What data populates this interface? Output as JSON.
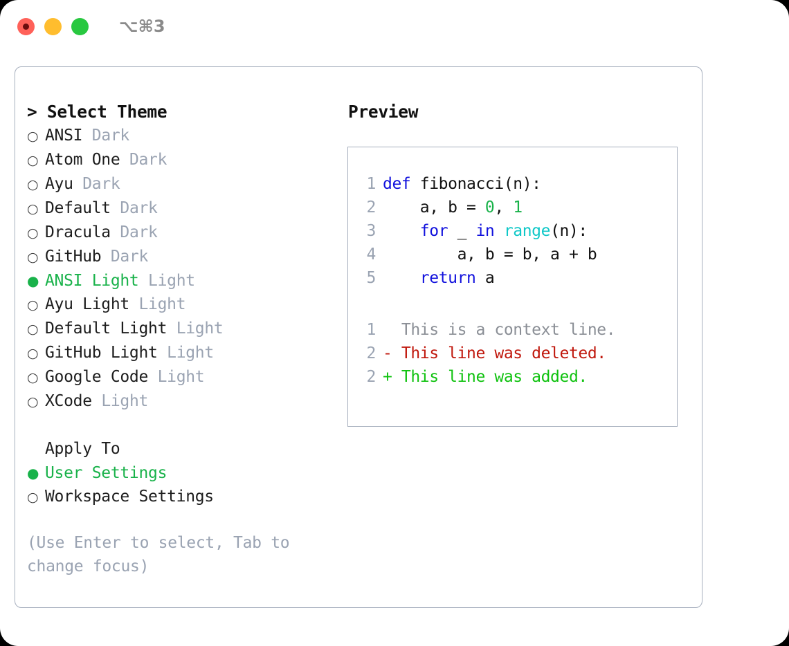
{
  "titlebar": {
    "shortcut": "⌥⌘3",
    "lights": [
      "close-red",
      "minimize-yellow",
      "zoom-green"
    ]
  },
  "theme_panel": {
    "header": "> Select Theme",
    "themes": [
      {
        "bullet": "○",
        "name": "ANSI",
        "category": "Dark",
        "selected": false
      },
      {
        "bullet": "○",
        "name": "Atom One",
        "category": "Dark",
        "selected": false
      },
      {
        "bullet": "○",
        "name": "Ayu",
        "category": "Dark",
        "selected": false
      },
      {
        "bullet": "○",
        "name": "Default",
        "category": "Dark",
        "selected": false
      },
      {
        "bullet": "○",
        "name": "Dracula",
        "category": "Dark",
        "selected": false
      },
      {
        "bullet": "○",
        "name": "GitHub",
        "category": "Dark",
        "selected": false
      },
      {
        "bullet": "●",
        "name": "ANSI Light",
        "category": "Light",
        "selected": true
      },
      {
        "bullet": "○",
        "name": "Ayu Light",
        "category": "Light",
        "selected": false
      },
      {
        "bullet": "○",
        "name": "Default Light",
        "category": "Light",
        "selected": false
      },
      {
        "bullet": "○",
        "name": "GitHub Light",
        "category": "Light",
        "selected": false
      },
      {
        "bullet": "○",
        "name": "Google Code",
        "category": "Light",
        "selected": false
      },
      {
        "bullet": "○",
        "name": "XCode",
        "category": "Light",
        "selected": false
      }
    ],
    "apply_to": {
      "header": "Apply To",
      "options": [
        {
          "bullet": "●",
          "name": "User Settings",
          "selected": true
        },
        {
          "bullet": "○",
          "name": "Workspace Settings",
          "selected": false
        }
      ]
    },
    "hint": "(Use Enter to select, Tab to change focus)"
  },
  "preview": {
    "title": "Preview",
    "code_lines": [
      {
        "no": "1",
        "tokens": [
          {
            "t": "def",
            "k": "kw"
          },
          {
            "t": " fibonacci(n):",
            "k": "plain"
          }
        ]
      },
      {
        "no": "2",
        "tokens": [
          {
            "t": "    a, b = ",
            "k": "plain"
          },
          {
            "t": "0",
            "k": "num"
          },
          {
            "t": ", ",
            "k": "plain"
          },
          {
            "t": "1",
            "k": "num"
          }
        ]
      },
      {
        "no": "3",
        "tokens": [
          {
            "t": "    ",
            "k": "plain"
          },
          {
            "t": "for",
            "k": "kw"
          },
          {
            "t": " _ ",
            "k": "plain"
          },
          {
            "t": "in",
            "k": "kw"
          },
          {
            "t": " ",
            "k": "plain"
          },
          {
            "t": "range",
            "k": "fn"
          },
          {
            "t": "(n):",
            "k": "plain"
          }
        ]
      },
      {
        "no": "4",
        "tokens": [
          {
            "t": "        a, b = b, a + b",
            "k": "plain"
          }
        ]
      },
      {
        "no": "5",
        "tokens": [
          {
            "t": "    ",
            "k": "plain"
          },
          {
            "t": "return",
            "k": "kw"
          },
          {
            "t": " a",
            "k": "plain"
          }
        ]
      }
    ],
    "diff_lines": [
      {
        "no": "1",
        "marker": " ",
        "text": " This is a context line.",
        "kind": "context"
      },
      {
        "no": "2",
        "marker": "-",
        "text": " This line was deleted.",
        "kind": "deleted"
      },
      {
        "no": "2",
        "marker": "+",
        "text": " This line was added.",
        "kind": "added"
      }
    ]
  },
  "colors": {
    "accent_green": "#19b24a",
    "muted_gray": "#9aa3b2",
    "keyword_blue": "#1111dd",
    "number_green": "#19b24a",
    "function_cyan": "#10c8c8",
    "diff_delete_red": "#c0170c",
    "diff_add_green": "#10c210",
    "border": "#a5aebd"
  }
}
